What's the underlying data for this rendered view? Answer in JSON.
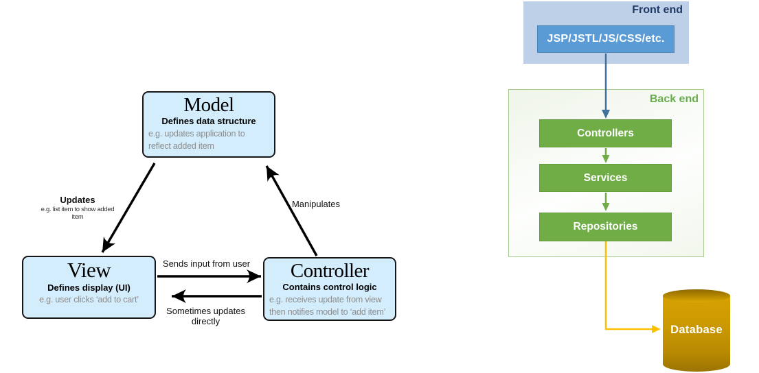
{
  "mvc": {
    "model": {
      "title": "Model",
      "subtitle": "Defines data structure",
      "example": "e.g. updates application to reflect added item"
    },
    "view": {
      "title": "View",
      "subtitle": "Defines display (UI)",
      "example": "e.g. user clicks ‘add to cart’"
    },
    "controller": {
      "title": "Controller",
      "subtitle": "Contains control logic",
      "example": "e.g. receives update from view then notifies model to ‘add item’"
    },
    "labels": {
      "updates": "Updates",
      "updates_example": "e.g. list item to show added item",
      "manipulates": "Manipulates",
      "sends_input": "Sends input from user",
      "sometimes_updates": "Sometimes updates directly"
    }
  },
  "architecture": {
    "front_end": {
      "label": "Front end",
      "box": "JSP/JSTL/JS/CSS/etc."
    },
    "back_end": {
      "label": "Back end",
      "boxes": [
        "Controllers",
        "Services",
        "Repositories"
      ]
    },
    "database": {
      "label": "Database"
    },
    "colors": {
      "mvc_box_fill": "#d4edfc",
      "front_end_fill": "#bdd0e7",
      "front_end_label": "#1f3864",
      "jsp_box_fill": "#5b9bd5",
      "back_end_border": "#a9cb8d",
      "back_end_label": "#6aab4c",
      "green_box_fill": "#70ad47",
      "blue_arrow": "#41719c",
      "green_arrow": "#70ad47",
      "yellow_arrow": "#ffc000",
      "database_gold": "#c99702"
    }
  }
}
